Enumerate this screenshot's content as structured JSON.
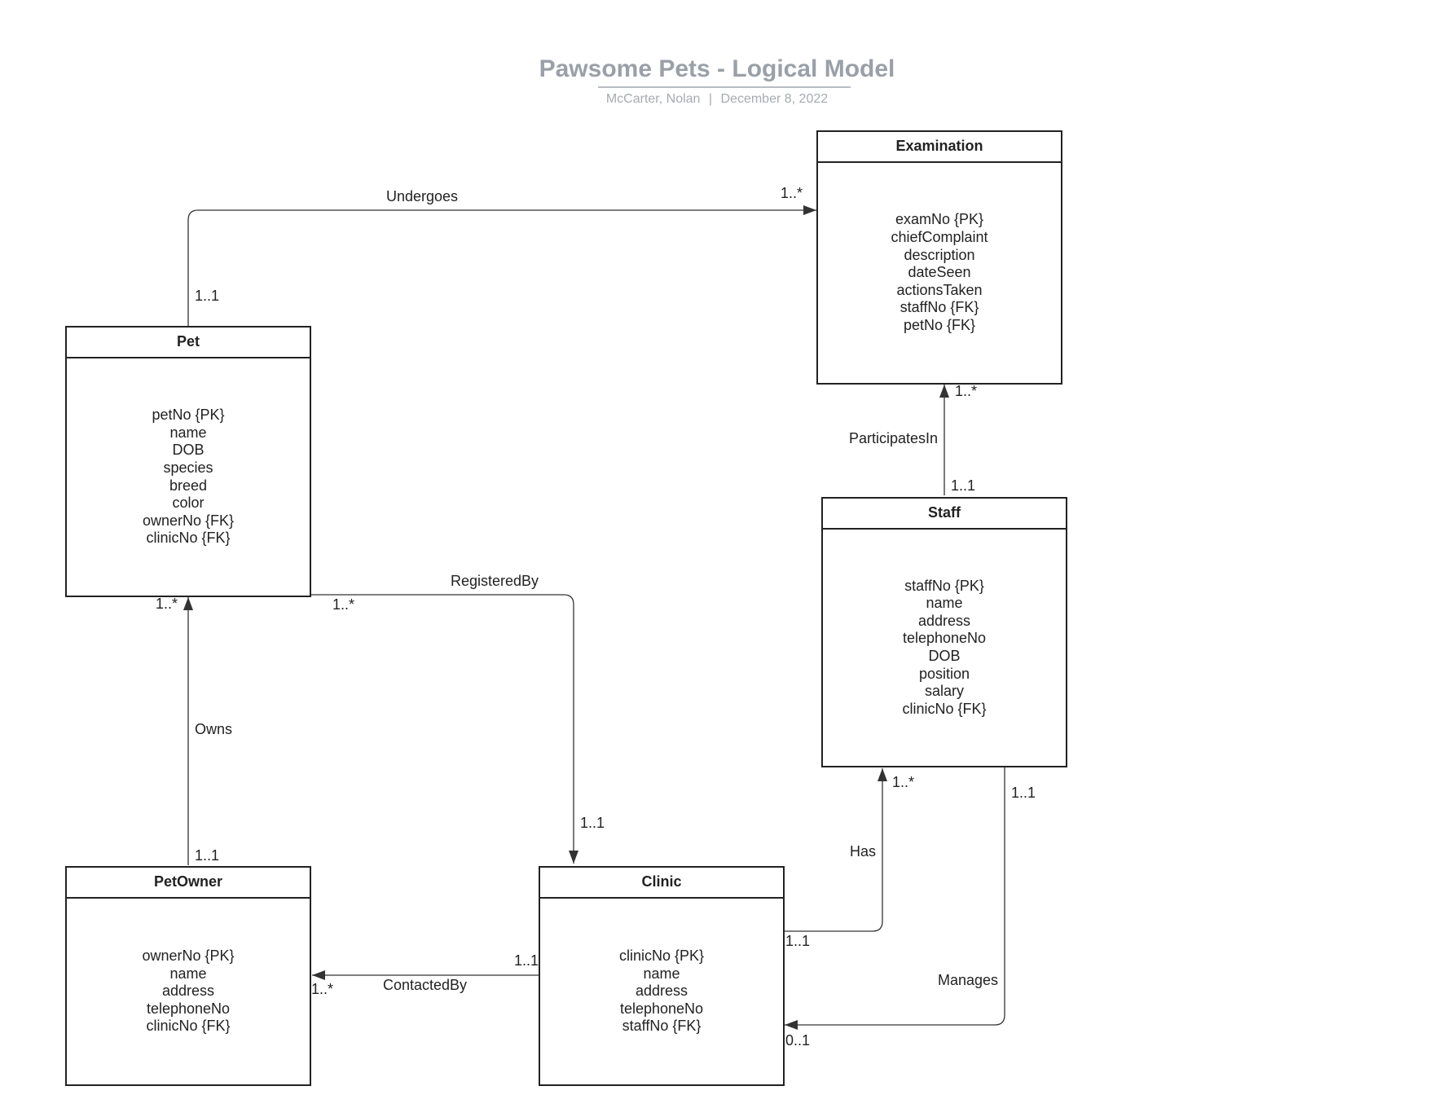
{
  "header": {
    "title": "Pawsome Pets - Logical Model",
    "author": "McCarter, Nolan",
    "separator": "|",
    "date": "December 8, 2022"
  },
  "entities": {
    "examination": {
      "name": "Examination",
      "attributes": [
        "examNo {PK}",
        "chiefComplaint",
        "description",
        "dateSeen",
        "actionsTaken",
        "staffNo {FK}",
        "petNo {FK}"
      ]
    },
    "pet": {
      "name": "Pet",
      "attributes": [
        "petNo {PK}",
        "name",
        "DOB",
        "species",
        "breed",
        "color",
        "ownerNo {FK}",
        "clinicNo {FK}"
      ]
    },
    "staff": {
      "name": "Staff",
      "attributes": [
        "staffNo {PK}",
        "name",
        "address",
        "telephoneNo",
        "DOB",
        "position",
        "salary",
        "clinicNo {FK}"
      ]
    },
    "petowner": {
      "name": "PetOwner",
      "attributes": [
        "ownerNo {PK}",
        "name",
        "address",
        "telephoneNo",
        "clinicNo {FK}"
      ]
    },
    "clinic": {
      "name": "Clinic",
      "attributes": [
        "clinicNo {PK}",
        "name",
        "address",
        "telephoneNo",
        "staffNo {FK}"
      ]
    }
  },
  "relationships": {
    "undergoes": {
      "label": "Undergoes",
      "from_mult": "1..1",
      "to_mult": "1..*"
    },
    "participates_in": {
      "label": "ParticipatesIn",
      "from_mult": "1..1",
      "to_mult": "1..*"
    },
    "registered_by": {
      "label": "RegisteredBy",
      "from_mult": "1..*",
      "to_mult": "1..1"
    },
    "owns": {
      "label": "Owns",
      "from_mult": "1..1",
      "to_mult": "1..*"
    },
    "has": {
      "label": "Has",
      "from_mult": "1..1",
      "to_mult": "1..*"
    },
    "manages": {
      "label": "Manages",
      "from_mult": "1..1",
      "to_mult": "0..1"
    },
    "contacted_by": {
      "label": "ContactedBy",
      "from_mult": "1..1",
      "to_mult": "1..*"
    }
  },
  "colors": {
    "line": "#333333",
    "title": "#9aa0a8",
    "subtitle": "#a7abb1"
  }
}
